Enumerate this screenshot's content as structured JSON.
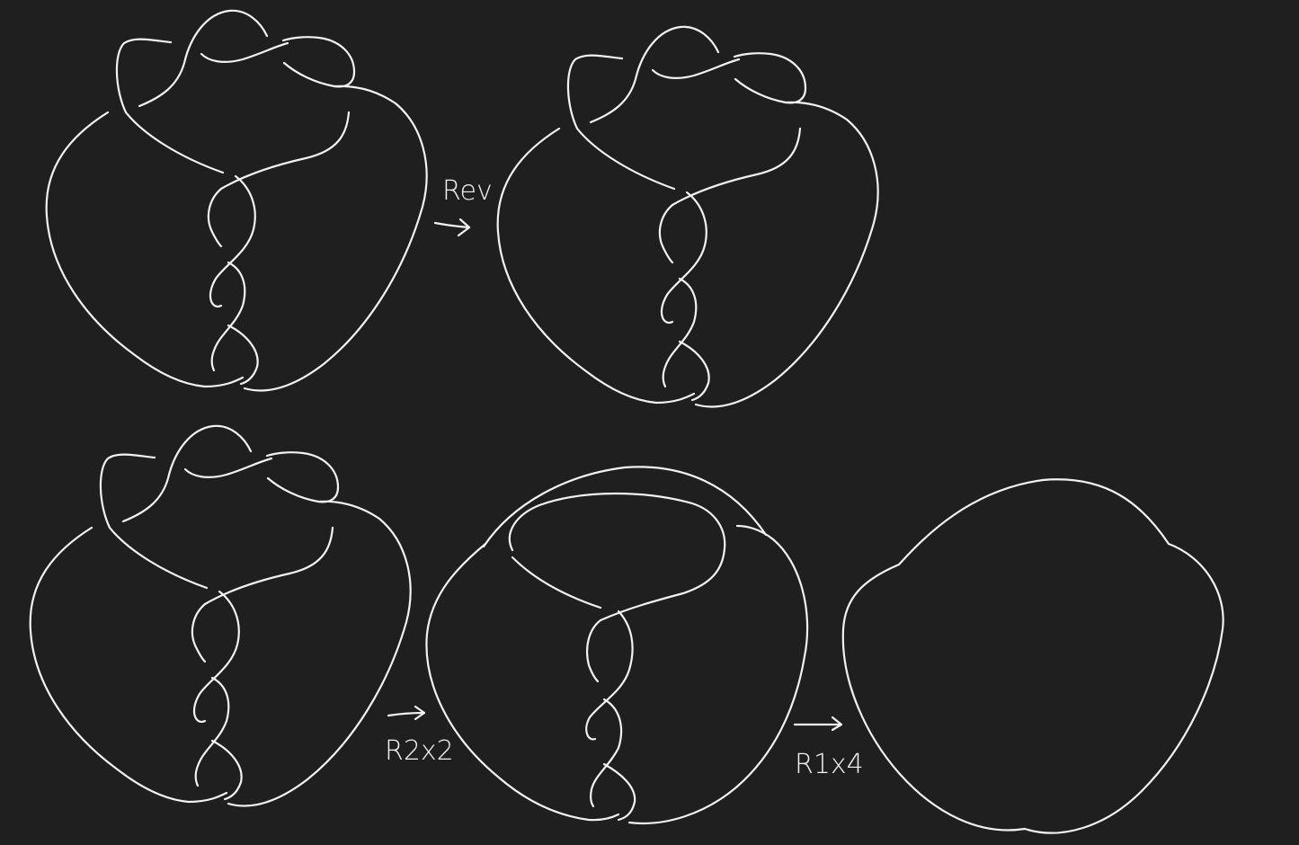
{
  "background_color": "#1f1f1f",
  "stroke_color": "#f2f2f2",
  "diagrams": [
    {
      "id": "step-1",
      "variant": "full"
    },
    {
      "id": "step-2",
      "variant": "full"
    },
    {
      "id": "step-3",
      "variant": "full"
    },
    {
      "id": "step-4",
      "variant": "partial"
    },
    {
      "id": "step-5",
      "variant": "unknot"
    }
  ],
  "arrows": [
    {
      "id": "arrow-rev",
      "label": "Rev"
    },
    {
      "id": "arrow-r2",
      "label": "R2x2"
    },
    {
      "id": "arrow-r1",
      "label": "R1x4"
    }
  ]
}
